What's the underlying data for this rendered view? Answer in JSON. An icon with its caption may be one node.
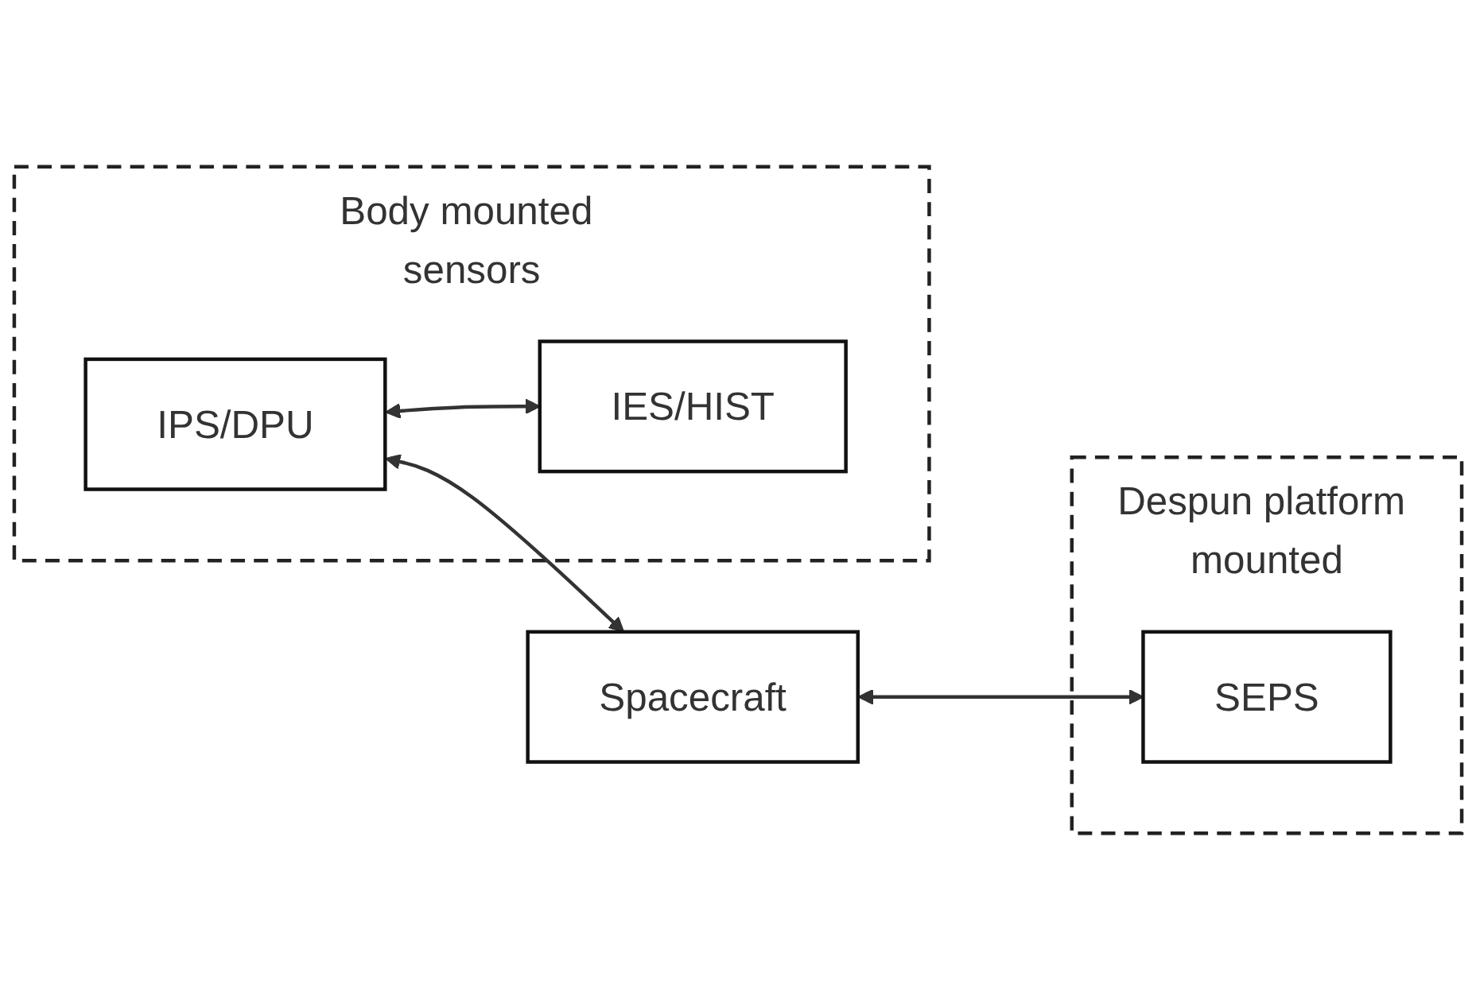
{
  "diagram": {
    "nodes": [
      {
        "text": [
          "Body mounted sensors"
        ]
      },
      {
        "text": [
          "IPS/DPU"
        ],
        "in": 0
      },
      {
        "text": [
          "IES/HIST"
        ],
        "in": 0
      },
      {
        "text": [
          "Spacecraft"
        ]
      },
      {
        "text": [
          "Despun platform mounted"
        ]
      },
      {
        "text": [
          "SEPS"
        ],
        "in": 4
      }
    ],
    "edges": [
      {
        "from": 1,
        "to": 3,
        "arrow": "both"
      },
      {
        "from": 1,
        "to": 2,
        "arrow": "both"
      },
      {
        "from": 3,
        "to": 5,
        "arrow": "both"
      }
    ]
  }
}
